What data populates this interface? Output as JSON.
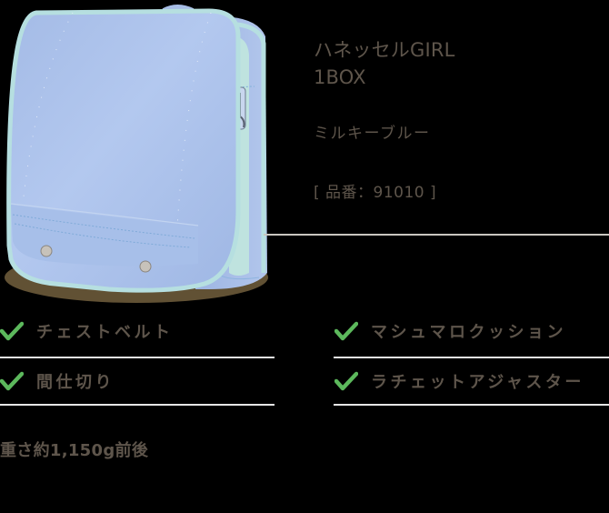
{
  "product": {
    "name_line1": "ハネッセルGIRL",
    "name_line2": "1BOX",
    "color_name": "ミルキーブルー",
    "product_code": "[ 品番：91010 ]",
    "image_alt": "randoseru-backpack-milky-blue"
  },
  "features": [
    {
      "label": "チェストベルト",
      "icon": "check-icon"
    },
    {
      "label": "マシュマロクッション",
      "icon": "check-icon"
    },
    {
      "label": "間仕切り",
      "icon": "check-icon"
    },
    {
      "label": "ラチェットアジャスター",
      "icon": "check-icon"
    }
  ],
  "weight_text": "重さ約1,150g前後",
  "colors": {
    "background": "#000000",
    "text": "#5e554b",
    "check": "#5cb85c",
    "bag_body": "#a9c1ea",
    "bag_trim": "#b6dfe0",
    "divider": "#e6e6e6"
  }
}
